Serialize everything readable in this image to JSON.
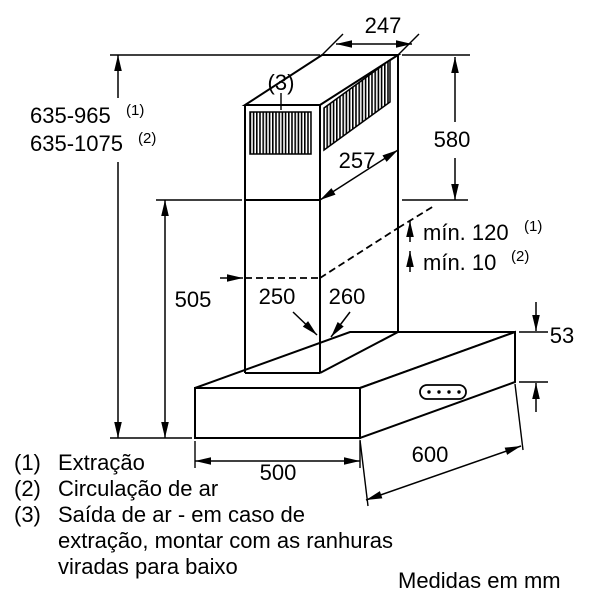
{
  "dimensions": {
    "top_width": "247",
    "height_min": "635-965",
    "height_min_ref": "(1)",
    "height_max": "635-1075",
    "height_max_ref": "(2)",
    "upper_section": "580",
    "outlet_ref": "(3)",
    "junction_depth": "257",
    "min_overlap_extraction": "mín. 120",
    "min_overlap_extraction_ref": "(1)",
    "min_overlap_recirculation": "mín. 10",
    "min_overlap_recirculation_ref": "(2)",
    "lower_section": "505",
    "chimney_width": "250",
    "chimney_depth": "260",
    "hood_height": "53",
    "hood_depth": "500",
    "hood_width": "600"
  },
  "legend": {
    "item1_ref": "(1)",
    "item1_text": "Extração",
    "item2_ref": "(2)",
    "item2_text": "Circulação de ar",
    "item3_ref": "(3)",
    "item3_line1": "Saída de ar - em caso de",
    "item3_line2": "extração, montar com as ranhuras",
    "item3_line3": "viradas para baixo"
  },
  "footer": {
    "units": "Medidas em mm"
  },
  "colors": {
    "line": "#000000",
    "background": "#ffffff"
  }
}
